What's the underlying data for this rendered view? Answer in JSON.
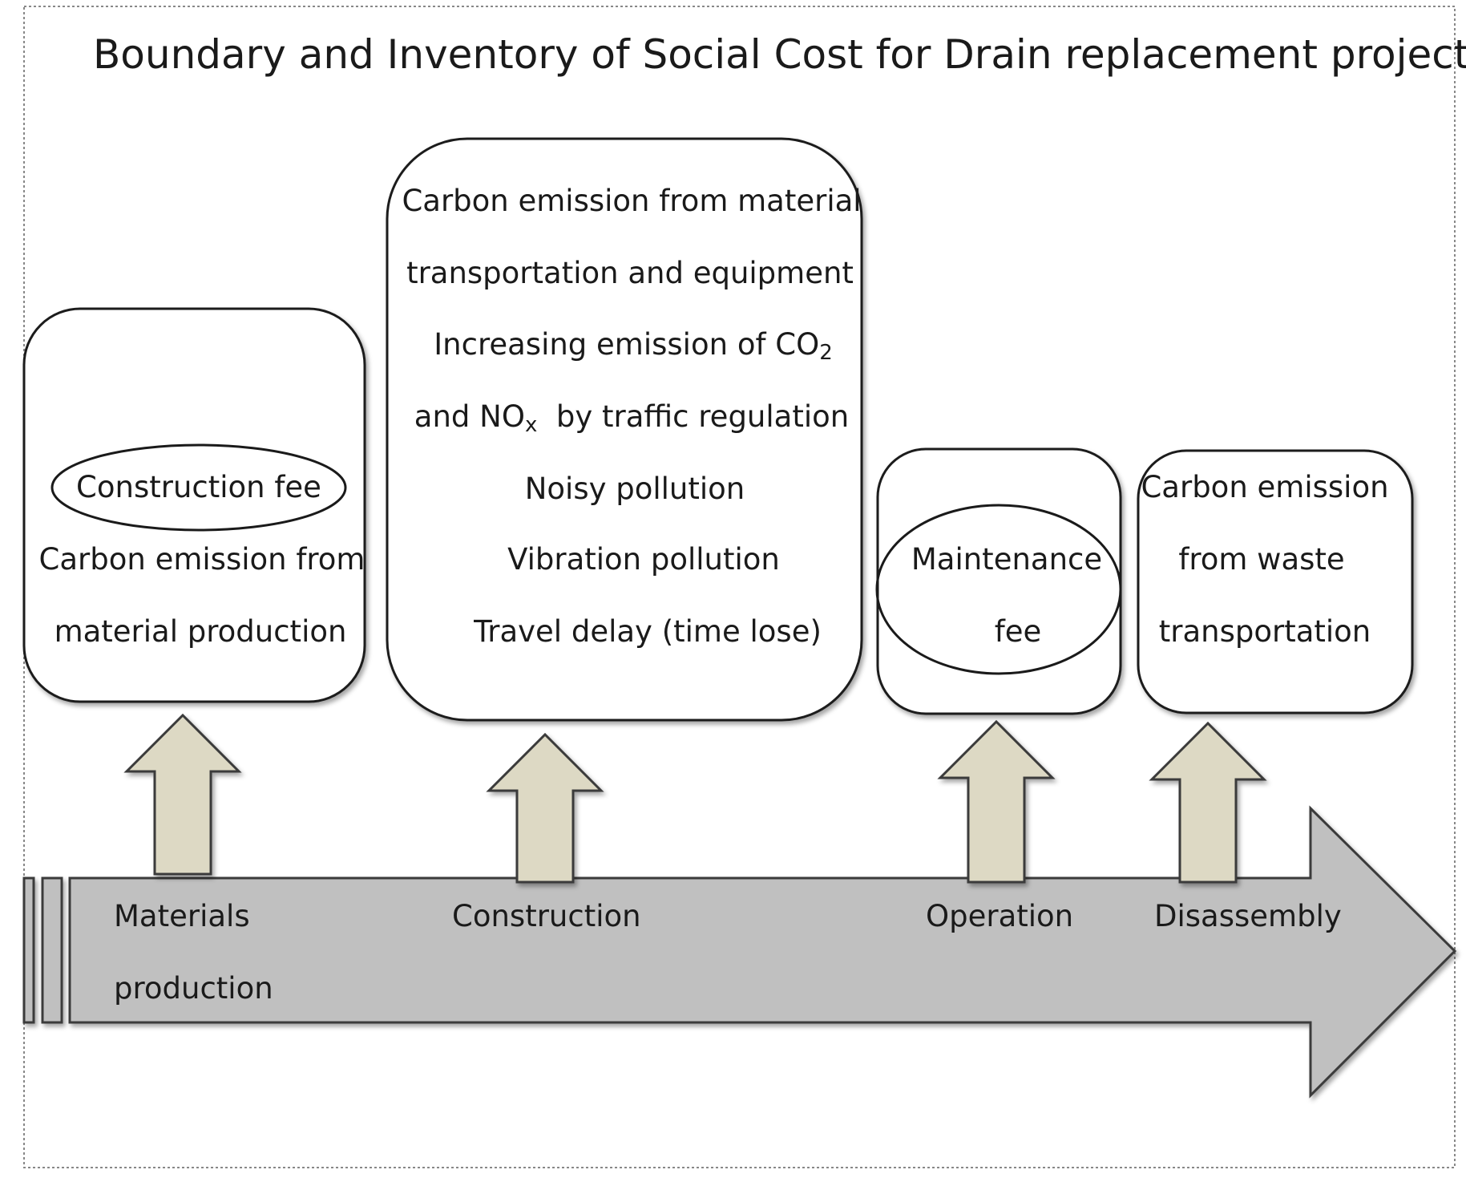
{
  "title": "Boundary and Inventory of Social Cost for Drain replacement project",
  "stages": {
    "materials_production": {
      "line1": "Materials",
      "line2": "production"
    },
    "construction": "Construction",
    "operation": "Operation",
    "disassembly": "Disassembly"
  },
  "boxes": {
    "materials": {
      "highlight": "Construction  fee",
      "line1": "Carbon emission  from",
      "line2": "material  production"
    },
    "construction": {
      "line1": "Carbon emission from material",
      "line2": "transportation and equipment",
      "line3_text": "Increasing emission  of CO",
      "line3_sub": "2",
      "line4_a": "and NO",
      "line4_sub": "x",
      "line4_b": "  by traffic regulation",
      "line5": "Noisy pollution",
      "line6": "Vibration  pollution",
      "line7": "Travel delay  (time lose)"
    },
    "operation": {
      "line1": "Maintenance",
      "line2": "fee"
    },
    "disassembly": {
      "line1": "Carbon emission",
      "line2": "from waste",
      "line3": "transportation"
    }
  },
  "colors": {
    "timeline_fill": "#c0c0c0",
    "arrow_fill": "#ddd9c4",
    "stroke": "#3a3a3a",
    "frame": "#888888"
  }
}
